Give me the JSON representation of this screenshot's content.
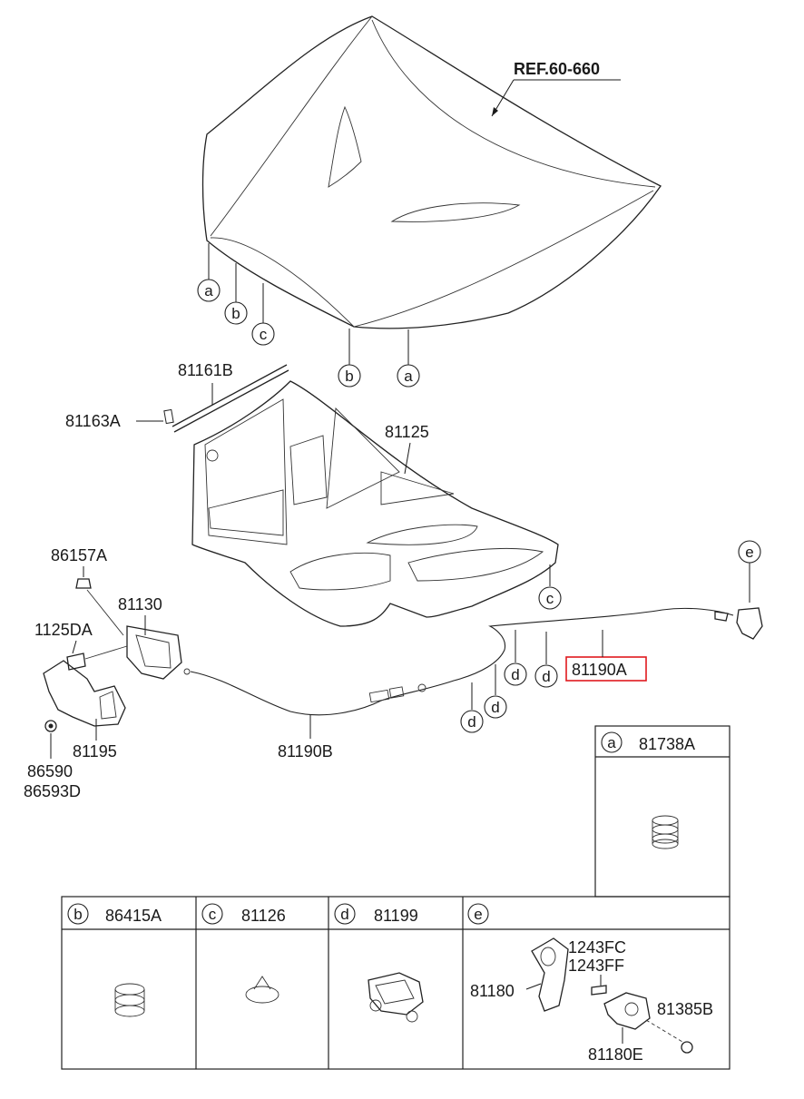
{
  "reference": {
    "label": "REF.60-660"
  },
  "part_labels": {
    "strut": "81161B",
    "strut_mount": "81163A",
    "hood_insulator": "81125",
    "latch_bolt": "86157A",
    "latch": "81130",
    "latch_screw": "1125DA",
    "latch_bracket": "81195",
    "nut_a": "86590",
    "nut_b": "86593D",
    "cable_b": "81190B",
    "cable_a": "81190A"
  },
  "callouts": {
    "hood_a_left": "a",
    "hood_b_left": "b",
    "hood_c_left": "c",
    "hood_b_bottom": "b",
    "hood_a_bottom": "a",
    "panel_c": "c",
    "cable_e": "e",
    "cable_d1": "d",
    "cable_d2": "d",
    "cable_d3": "d",
    "cable_d4": "d"
  },
  "legend": {
    "a": {
      "letter": "a",
      "part": "81738A"
    },
    "b": {
      "letter": "b",
      "part": "86415A"
    },
    "c": {
      "letter": "c",
      "part": "81126"
    },
    "d": {
      "letter": "d",
      "part": "81199"
    },
    "e": {
      "letter": "e",
      "parts": {
        "handle": "81180",
        "bolt_1": "1243FC",
        "bolt_2": "1243FF",
        "bracket": "81180E",
        "screw": "81385B"
      }
    }
  },
  "colors": {
    "highlight": "#e0191e",
    "ink": "#1a1a1a"
  }
}
